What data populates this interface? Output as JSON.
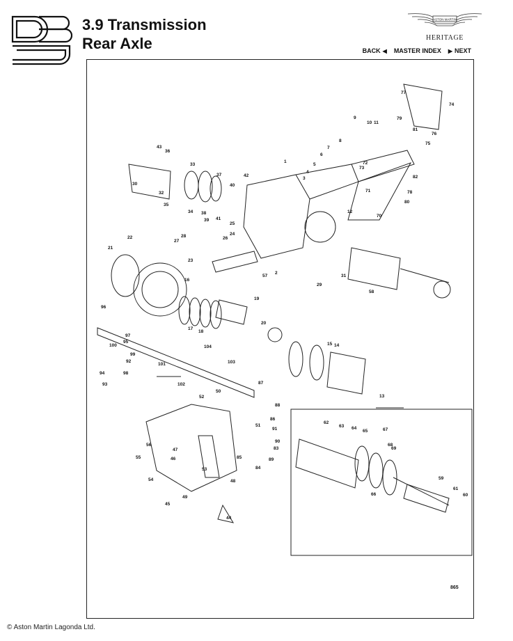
{
  "header": {
    "title_line1": "3.9 Transmission",
    "title_line2": "Rear Axle",
    "brand_text": "HERITAGE",
    "logo_text": "ASTON MARTIN"
  },
  "nav": {
    "back": "BACK",
    "master_index": "MASTER INDEX",
    "next": "NEXT"
  },
  "diagram": {
    "figure_id": "865",
    "part_labels": [
      "1",
      "2",
      "3",
      "4",
      "5",
      "6",
      "7",
      "8",
      "9",
      "10",
      "11",
      "12",
      "13",
      "14",
      "15",
      "16",
      "17",
      "18",
      "19",
      "20",
      "21",
      "22",
      "23",
      "24",
      "25",
      "26",
      "27",
      "28",
      "29",
      "30",
      "31",
      "32",
      "33",
      "34",
      "35",
      "36",
      "37",
      "38",
      "39",
      "40",
      "41",
      "42",
      "43",
      "44",
      "45",
      "46",
      "47",
      "48",
      "49",
      "50",
      "51",
      "52",
      "53",
      "54",
      "55",
      "56",
      "57",
      "58",
      "59",
      "60",
      "61",
      "62",
      "63",
      "64",
      "65",
      "66",
      "67",
      "68",
      "69",
      "70",
      "71",
      "72",
      "73",
      "74",
      "75",
      "76",
      "77",
      "78",
      "79",
      "80",
      "81",
      "82",
      "83",
      "84",
      "85",
      "86",
      "87",
      "88",
      "89",
      "90",
      "91",
      "92",
      "93",
      "94",
      "95",
      "96",
      "97",
      "98",
      "99",
      "100",
      "101",
      "102",
      "103",
      "104"
    ]
  },
  "footer": {
    "copyright": "© Aston Martin Lagonda Ltd."
  },
  "icons": {
    "back": "triangle-left-icon",
    "next": "triangle-right-icon"
  }
}
